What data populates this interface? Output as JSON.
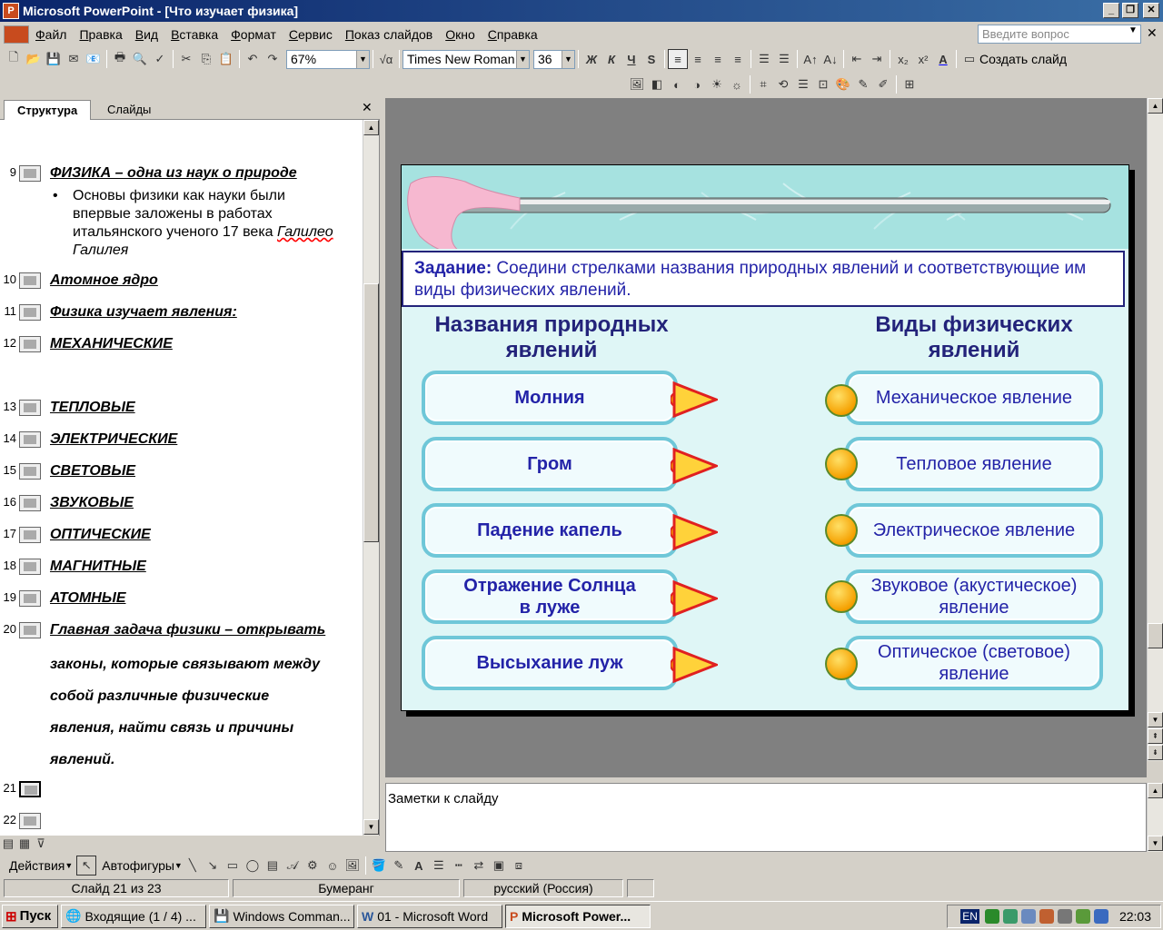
{
  "window": {
    "title": "Microsoft PowerPoint - [Что изучает физика]",
    "app_icon": "P"
  },
  "menu": {
    "items": [
      {
        "label": "Файл",
        "key": "Ф",
        "rest": "айл"
      },
      {
        "label": "Правка",
        "key": "П",
        "rest": "равка"
      },
      {
        "label": "Вид",
        "key": "В",
        "rest": "ид"
      },
      {
        "label": "Вставка",
        "key": "В",
        "rest": "ставка"
      },
      {
        "label": "Формат",
        "key": "Ф",
        "rest": "ормат"
      },
      {
        "label": "Сервис",
        "key": "С",
        "rest": "ервис"
      },
      {
        "label": "Показ слайдов",
        "key": "П",
        "rest": "оказ слайдов"
      },
      {
        "label": "Окно",
        "key": "О",
        "rest": "кно"
      },
      {
        "label": "Справка",
        "key": "С",
        "rest": "правка"
      }
    ],
    "ask_placeholder": "Введите вопрос"
  },
  "toolbar": {
    "zoom": "67%",
    "font": "Times New Roman",
    "size": "36",
    "bold": "Ж",
    "italic": "К",
    "underline": "Ч",
    "shadow": "S",
    "new_slide": "Создать слайд"
  },
  "tabs": {
    "outline": "Структура",
    "slides": "Слайды"
  },
  "outline": [
    {
      "num": "9",
      "text": "ФИЗИКА – одна из наук о природе"
    },
    {
      "num": "10",
      "text": "Атомное ядро"
    },
    {
      "num": "11",
      "text": "Физика изучает явления:"
    },
    {
      "num": "12",
      "text": "МЕХАНИЧЕСКИЕ"
    },
    {
      "num": "13",
      "text": "ТЕПЛОВЫЕ"
    },
    {
      "num": "14",
      "text": "ЭЛЕКТРИЧЕСКИЕ"
    },
    {
      "num": "15",
      "text": "СВЕТОВЫЕ"
    },
    {
      "num": "16",
      "text": "ЗВУКОВЫЕ"
    },
    {
      "num": "17",
      "text": "ОПТИЧЕСКИЕ"
    },
    {
      "num": "18",
      "text": "МАГНИТНЫЕ"
    },
    {
      "num": "19",
      "text": "АТОМНЫЕ"
    },
    {
      "num": "20",
      "text": "Главная задача физики – открывать"
    },
    {
      "num": "21",
      "text": ""
    },
    {
      "num": "22",
      "text": ""
    }
  ],
  "outline_bullet_9": [
    "Основы физики как науки были",
    "впервые заложены в работах",
    "итальянского ученого 17 века ",
    "Галилео",
    "Галилея"
  ],
  "outline_20_cont": [
    "законы, которые связывают между",
    "собой различные физические",
    "явления, найти связь и причины",
    "явлений."
  ],
  "slide": {
    "task_label": "Задание:",
    "task_text": " Соедини стрелками названия природных явлений и соответствующие им виды физических явлений.",
    "left_header": [
      "Названия природных",
      "явлений"
    ],
    "right_header": [
      "Виды физических",
      "явлений"
    ],
    "left": [
      "Молния",
      "Гром",
      "Падение капель",
      "Отражение Солнца",
      "в луже",
      "Высыхание луж"
    ],
    "right": [
      "Механическое явление",
      "Тепловое явление",
      "Электрическое явление",
      "Звуковое (акустическое)",
      "явление",
      "Оптическое (световое)",
      "явление"
    ]
  },
  "notes": "Заметки к слайду",
  "drawbar": {
    "actions": "Действия",
    "autoshapes": "Автофигуры"
  },
  "status": {
    "slide": "Слайд 21 из 23",
    "design": "Бумеранг",
    "lang": "русский (Россия)"
  },
  "taskbar": {
    "start": "Пуск",
    "items": [
      "Входящие (1 / 4) ...",
      "Windows Comman...",
      "01 - Microsoft Word",
      "Microsoft Power..."
    ],
    "lang": "EN",
    "clock": "22:03"
  }
}
